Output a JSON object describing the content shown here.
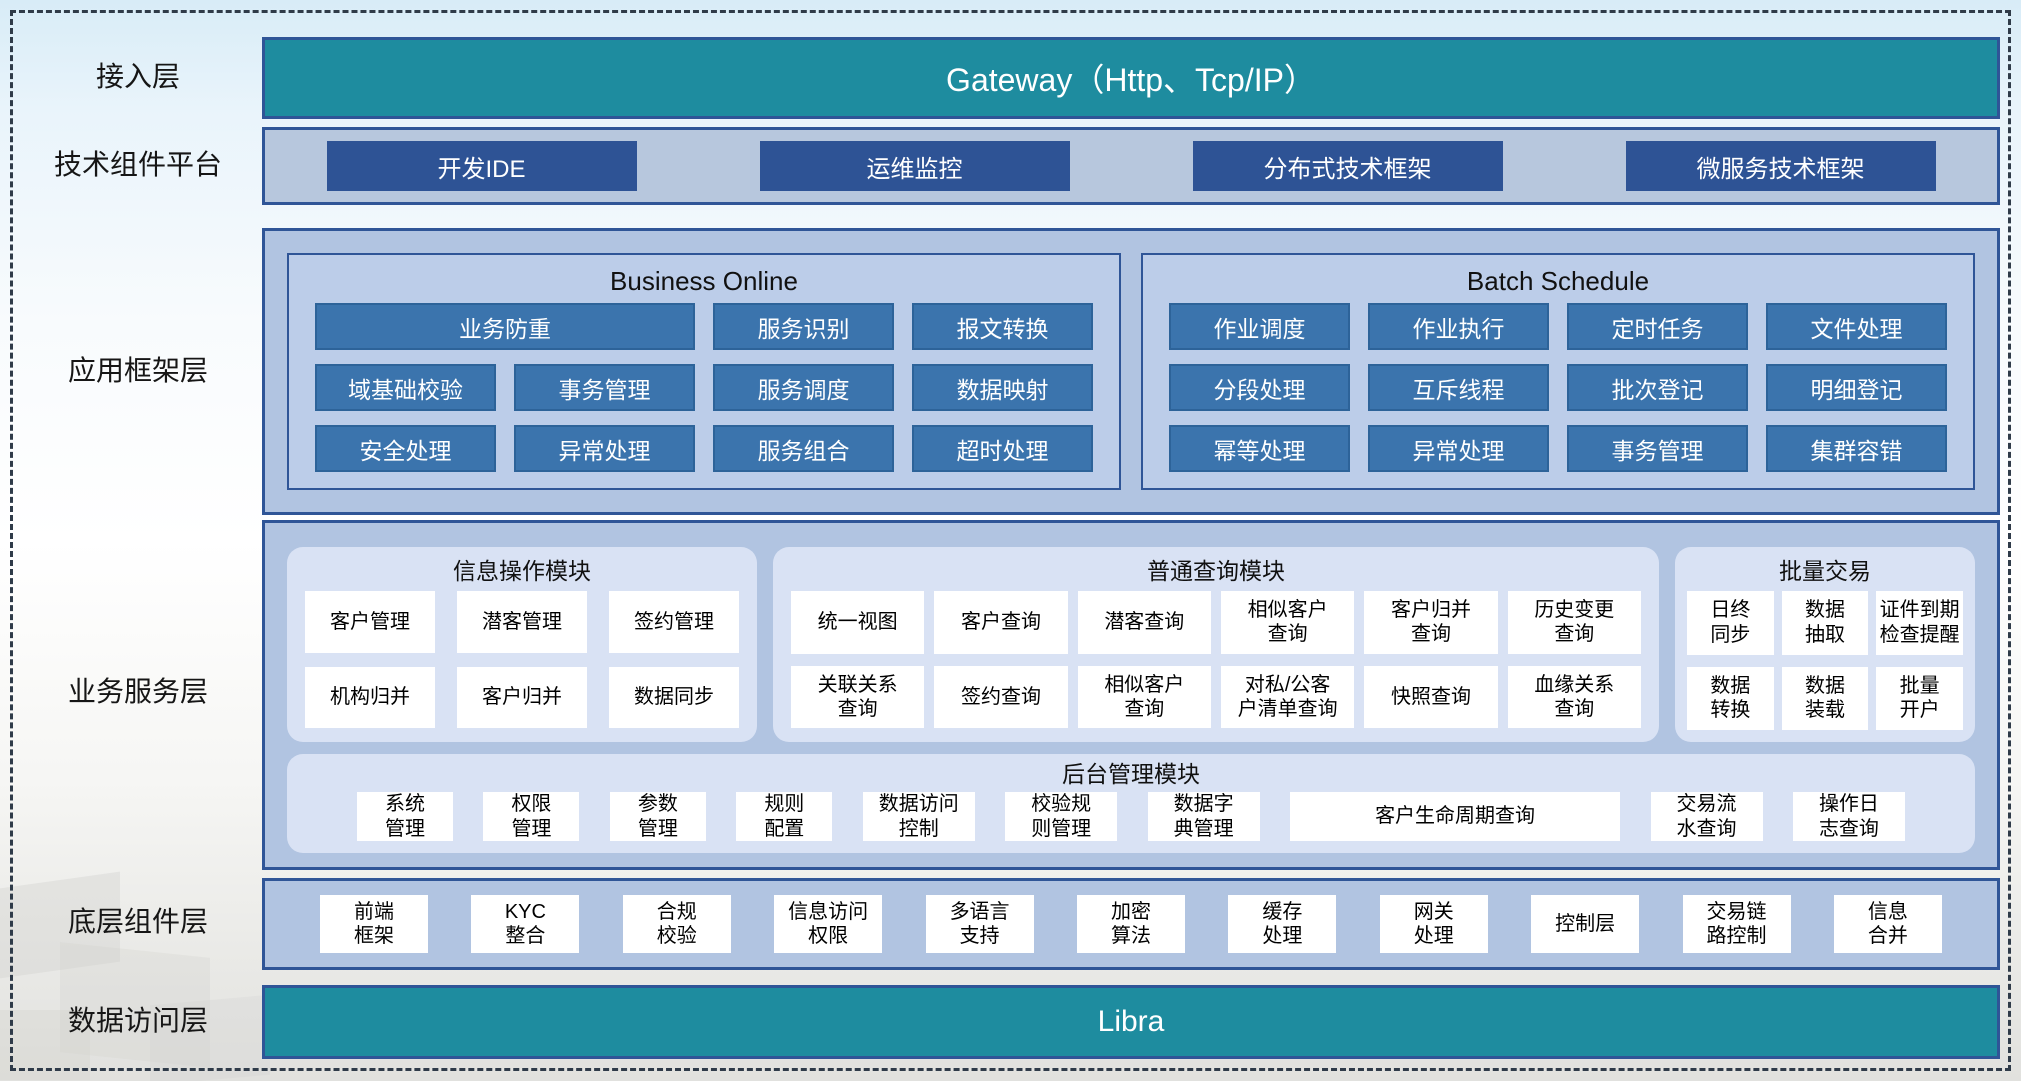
{
  "colors": {
    "teal": "#1e8c9f",
    "dark_blue": "#2e5395",
    "steel_blue": "#3b74ad",
    "container_blue": "#b1c4e1",
    "panel_light_blue": "#d9e2f4",
    "panel_mid_blue": "#bccde9",
    "border_blue": "#2f5597",
    "white_card": "#ffffff"
  },
  "layer_labels": {
    "access": "接入层",
    "tech": "技术组件平台",
    "app_framework": "应用框架层",
    "business_service": "业务服务层",
    "base_components": "底层组件层",
    "data_access": "数据访问层"
  },
  "gateway": {
    "title": "Gateway（Http、Tcp/IP）"
  },
  "tech_platform": {
    "items": [
      "开发IDE",
      "运维监控",
      "分布式技术框架",
      "微服务技术框架"
    ]
  },
  "app_framework": {
    "business_online": {
      "title": "Business Online",
      "row1": [
        "业务防重",
        "服务识别",
        "报文转换"
      ],
      "row2": [
        "域基础校验",
        "事务管理",
        "服务调度",
        "数据映射"
      ],
      "row3": [
        "安全处理",
        "异常处理",
        "服务组合",
        "超时处理"
      ]
    },
    "batch_schedule": {
      "title": "Batch Schedule",
      "row1": [
        "作业调度",
        "作业执行",
        "定时任务",
        "文件处理"
      ],
      "row2": [
        "分段处理",
        "互斥线程",
        "批次登记",
        "明细登记"
      ],
      "row3": [
        "幂等处理",
        "异常处理",
        "事务管理",
        "集群容错"
      ]
    }
  },
  "business_service": {
    "info_ops": {
      "title": "信息操作模块",
      "items": [
        "客户管理",
        "潜客管理",
        "签约管理",
        "机构归并",
        "客户归并",
        "数据同步"
      ]
    },
    "query": {
      "title": "普通查询模块",
      "items": [
        "统一视图",
        "客户查询",
        "潜客查询",
        "相似客户\n查询",
        "客户归并\n查询",
        "历史变更\n查询",
        "关联关系\n查询",
        "签约查询",
        "相似客户\n查询",
        "对私/公客\n户清单查询",
        "快照查询",
        "血缘关系\n查询"
      ]
    },
    "batch_trade": {
      "title": "批量交易",
      "items": [
        "日终\n同步",
        "数据\n抽取",
        "证件到期\n检查提醒",
        "数据\n转换",
        "数据\n装载",
        "批量\n开户"
      ]
    },
    "admin": {
      "title": "后台管理模块",
      "items": [
        "系统\n管理",
        "权限\n管理",
        "参数\n管理",
        "规则\n配置",
        "数据访问\n控制",
        "校验规\n则管理",
        "数据字\n典管理",
        "客户生命周期查询",
        "交易流\n水查询",
        "操作日\n志查询"
      ]
    }
  },
  "base_components": {
    "items": [
      "前端\n框架",
      "KYC\n整合",
      "合规\n校验",
      "信息访问\n权限",
      "多语言\n支持",
      "加密\n算法",
      "缓存\n处理",
      "网关\n处理",
      "控制层",
      "交易链\n路控制",
      "信息\n合并"
    ]
  },
  "data_access": {
    "title": "Libra"
  }
}
